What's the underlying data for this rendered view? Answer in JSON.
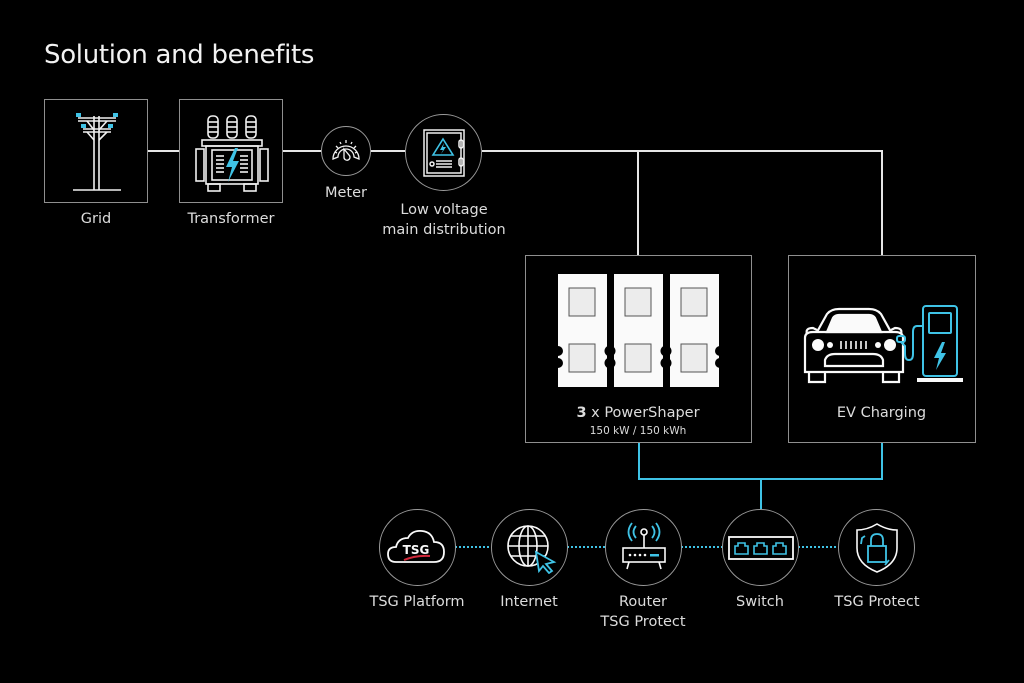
{
  "title": "Solution and benefits",
  "colors": {
    "accent": "#3fc3e6",
    "line": "#e6e6e6",
    "border": "#8f8f8f",
    "background": "#000000"
  },
  "supply_chain": [
    {
      "id": "grid",
      "label": "Grid",
      "icon": "power-pole-icon"
    },
    {
      "id": "transformer",
      "label": "Transformer",
      "icon": "transformer-icon"
    },
    {
      "id": "meter",
      "label": "Meter",
      "icon": "gauge-icon"
    },
    {
      "id": "distribution",
      "label_line1": "Low voltage",
      "label_line2": "main distribution",
      "icon": "electrical-cabinet-icon"
    }
  ],
  "powershaper": {
    "count": "3",
    "count_suffix": " x PowerShaper",
    "spec": "150 kW / 150 kWh",
    "icon": "battery-cabinets-icon"
  },
  "ev_charging": {
    "label": "EV Charging",
    "icon": "car-and-charger-icon"
  },
  "network": [
    {
      "id": "platform",
      "label": "TSG Platform",
      "icon": "cloud-icon",
      "logo_text": "TSG"
    },
    {
      "id": "internet",
      "label": "Internet",
      "icon": "globe-cursor-icon"
    },
    {
      "id": "router",
      "label_line1": "Router",
      "label_line2": "TSG Protect",
      "icon": "router-icon"
    },
    {
      "id": "switch",
      "label": "Switch",
      "icon": "network-switch-icon"
    },
    {
      "id": "protect",
      "label": "TSG Protect",
      "icon": "shield-lock-icon"
    }
  ]
}
